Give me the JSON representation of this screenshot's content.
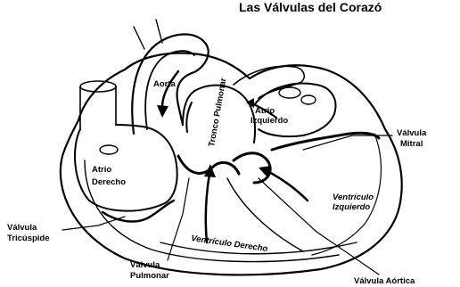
{
  "title": "Las Válvulas del Corazó",
  "labels": {
    "aorta": "Aorta",
    "tronco_pulmonar": "Tronco Pulmonar",
    "atrio_izquierdo_1": "Atrio",
    "atrio_izquierdo_2": "Izquierdo",
    "atrio_derecho_1": "Atrio",
    "atrio_derecho_2": "Derecho",
    "valvula_mitral_1": "Válvula",
    "valvula_mitral_2": "Mitral",
    "ventriculo_izquierdo_1": "Ventrículo",
    "ventriculo_izquierdo_2": "Izquierdo",
    "valvula_tricuspide_1": "Válvula",
    "valvula_tricuspide_2": "Tricúspide",
    "ventriculo_derecho": "Ventrículo Derecho",
    "valvula_pulmonar_1": "Válvula",
    "valvula_pulmonar_2": "Pulmonar",
    "valvula_aortica": "Válvula Aórtica"
  }
}
